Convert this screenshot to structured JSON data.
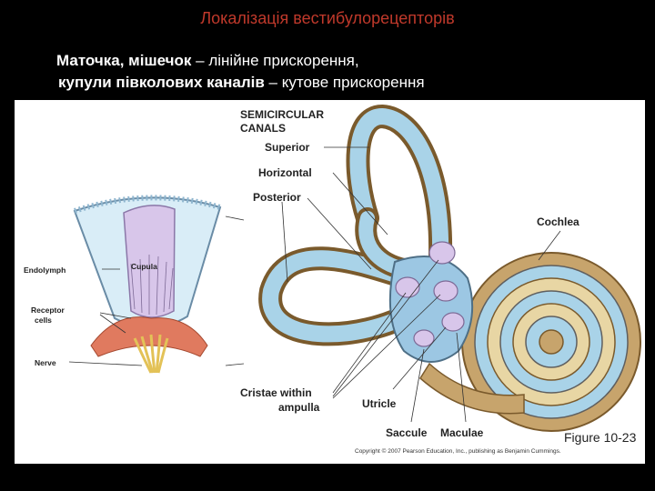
{
  "slide": {
    "title": "Локалізація вестибулорецепторів",
    "line1_bold": "Маточка, мішечок",
    "line1_rest": " – лінійне прискорення,",
    "line2_bold": "купули півколових каналів",
    "line2_rest": " – кутове прискорення"
  },
  "figure": {
    "labels": {
      "semicircular_1": "SEMICIRCULAR",
      "semicircular_2": "CANALS",
      "superior": "Superior",
      "horizontal": "Horizontal",
      "posterior": "Posterior",
      "cochlea": "Cochlea",
      "endolymph": "Endolymph",
      "cupula": "Cupula",
      "receptor_1": "Receptor",
      "receptor_2": "cells",
      "nerve": "Nerve",
      "cristae_1": "Cristae within",
      "cristae_2": "ampulla",
      "utricle": "Utricle",
      "saccule": "Saccule",
      "maculae": "Maculae",
      "figure_number": "Figure 10-23",
      "copyright": "Copyright © 2007 Pearson Education, Inc., publishing as Benjamin Cummings."
    },
    "colors": {
      "canal_fill": "#a9d3e8",
      "canal_outline": "#555555",
      "bone_wall": "#e8d6a4",
      "cochlea_outer": "#c7a46c",
      "ampulla": "#9cc7e3",
      "cupula": "#d8c6ea",
      "receptor": "#e07a5f"
    }
  }
}
